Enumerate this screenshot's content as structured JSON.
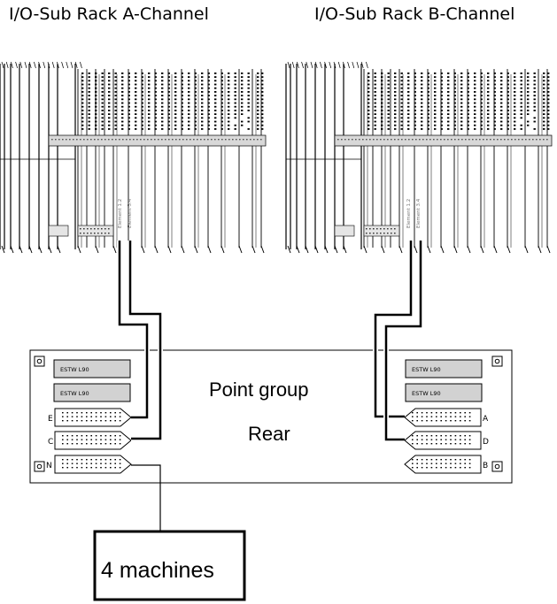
{
  "racks": {
    "a": {
      "title": "I/O-Sub Rack A-Channel",
      "element_1": "Element 1.2",
      "element_2": "Element 3.4"
    },
    "b": {
      "title": "I/O-Sub Rack B-Channel",
      "element_1": "Element 1.2",
      "element_2": "Element 3.4"
    }
  },
  "point_group": {
    "line1": "Point group",
    "line2": "Rear",
    "modules": [
      "ESTW L90",
      "ESTW L90",
      "ESTW L90",
      "ESTW L90"
    ],
    "left_connectors": [
      "E",
      "C",
      "N"
    ],
    "right_connectors": [
      "A",
      "D",
      "B"
    ]
  },
  "machines": {
    "label": "4 machines"
  }
}
